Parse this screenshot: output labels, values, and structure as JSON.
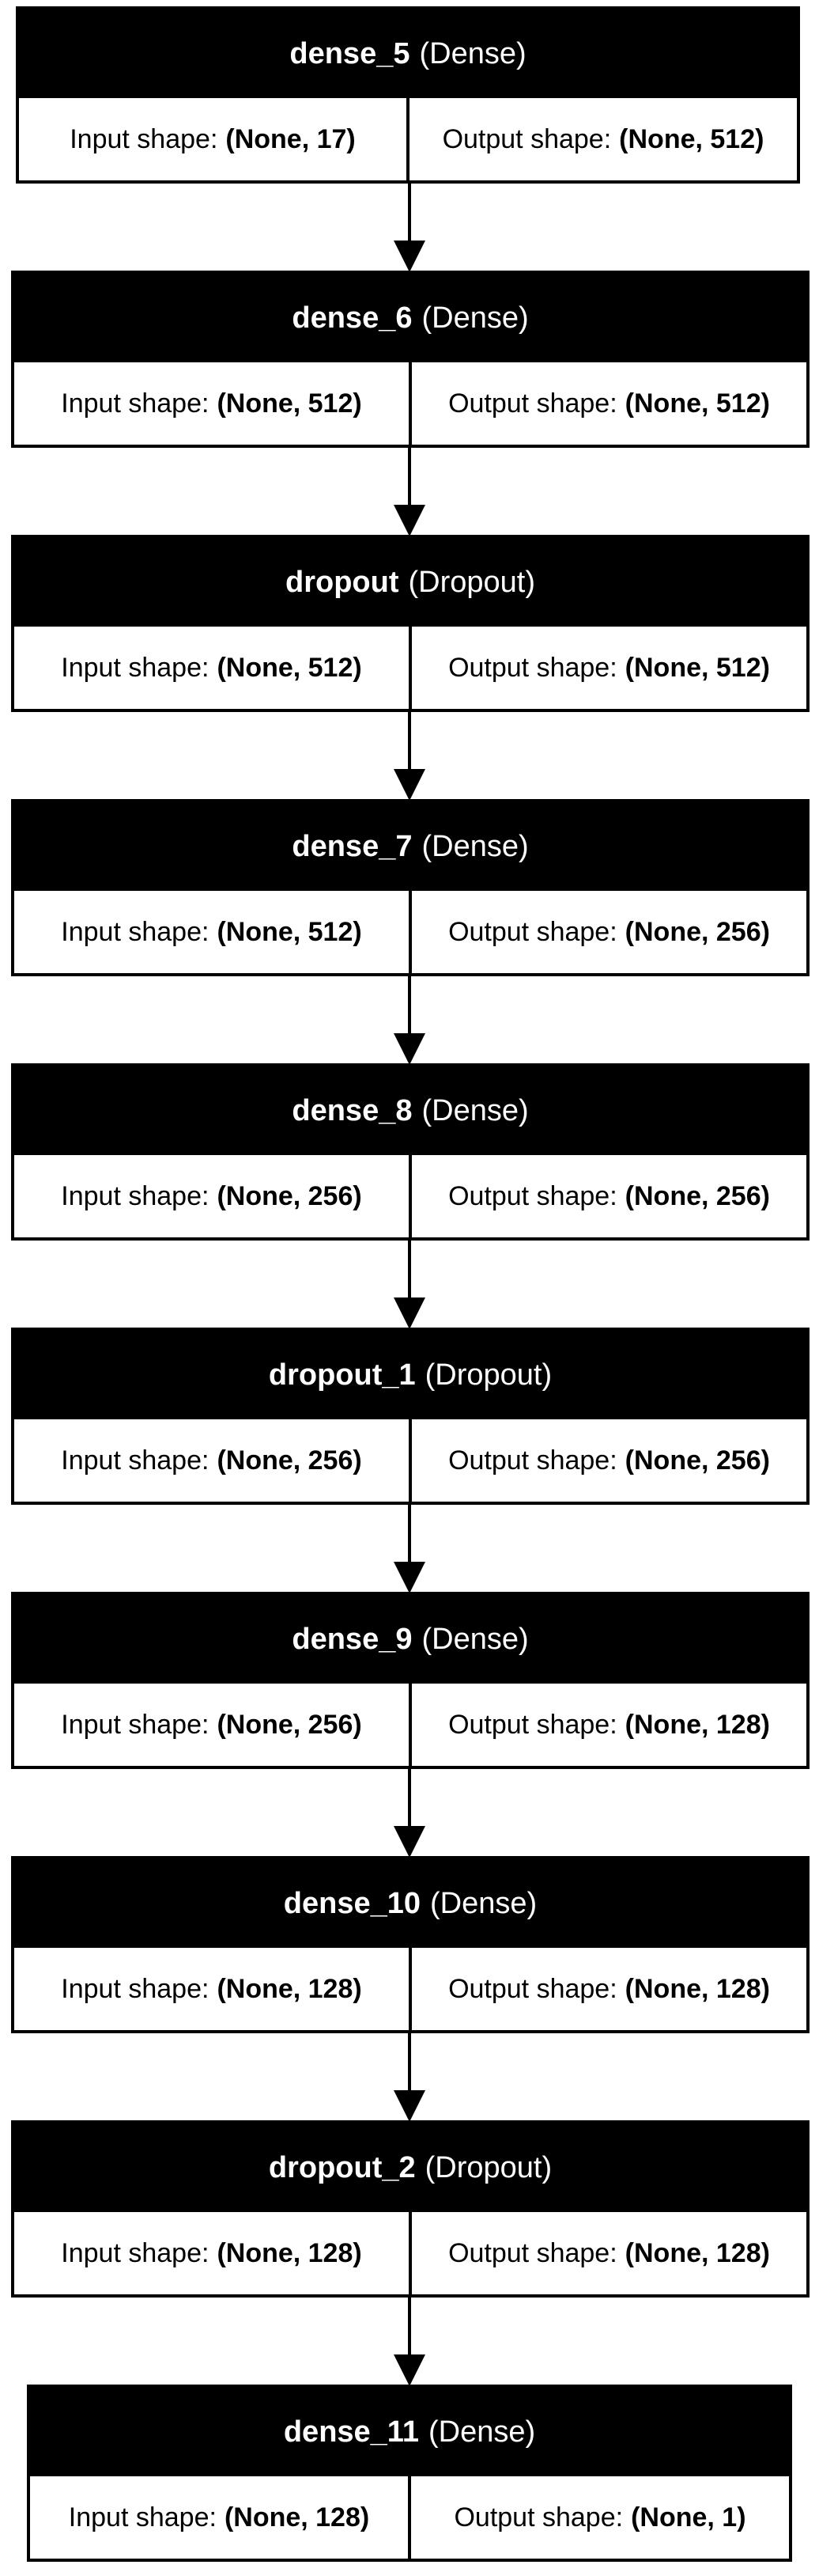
{
  "layers": [
    {
      "name": "dense_5",
      "type": "(Dense)",
      "input_label": "Input shape:",
      "input": "(None, 17)",
      "output_label": "Output shape:",
      "output": "(None, 512)"
    },
    {
      "name": "dense_6",
      "type": "(Dense)",
      "input_label": "Input shape:",
      "input": "(None, 512)",
      "output_label": "Output shape:",
      "output": "(None, 512)"
    },
    {
      "name": "dropout",
      "type": "(Dropout)",
      "input_label": "Input shape:",
      "input": "(None, 512)",
      "output_label": "Output shape:",
      "output": "(None, 512)"
    },
    {
      "name": "dense_7",
      "type": "(Dense)",
      "input_label": "Input shape:",
      "input": "(None, 512)",
      "output_label": "Output shape:",
      "output": "(None, 256)"
    },
    {
      "name": "dense_8",
      "type": "(Dense)",
      "input_label": "Input shape:",
      "input": "(None, 256)",
      "output_label": "Output shape:",
      "output": "(None, 256)"
    },
    {
      "name": "dropout_1",
      "type": "(Dropout)",
      "input_label": "Input shape:",
      "input": "(None, 256)",
      "output_label": "Output shape:",
      "output": "(None, 256)"
    },
    {
      "name": "dense_9",
      "type": "(Dense)",
      "input_label": "Input shape:",
      "input": "(None, 256)",
      "output_label": "Output shape:",
      "output": "(None, 128)"
    },
    {
      "name": "dense_10",
      "type": "(Dense)",
      "input_label": "Input shape:",
      "input": "(None, 128)",
      "output_label": "Output shape:",
      "output": "(None, 128)"
    },
    {
      "name": "dropout_2",
      "type": "(Dropout)",
      "input_label": "Input shape:",
      "input": "(None, 128)",
      "output_label": "Output shape:",
      "output": "(None, 128)"
    },
    {
      "name": "dense_11",
      "type": "(Dense)",
      "input_label": "Input shape:",
      "input": "(None, 128)",
      "output_label": "Output shape:",
      "output": "(None, 1)"
    }
  ]
}
